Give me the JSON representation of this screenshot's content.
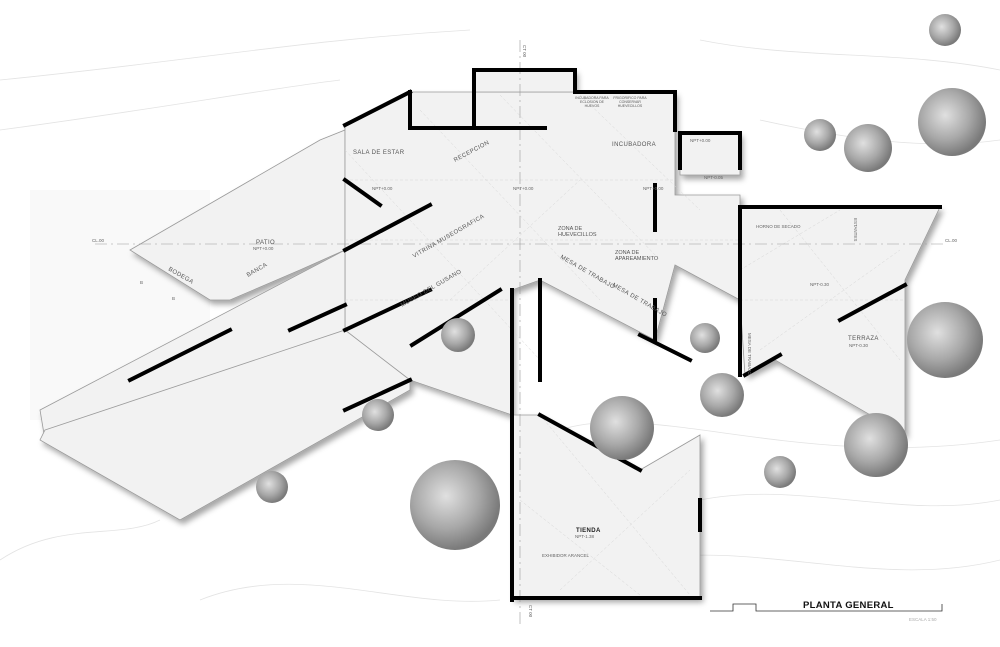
{
  "drawing": {
    "title": "PLANTA GENERAL",
    "scale": "ESCALA 1:50",
    "axis_labels": {
      "cl_left": "CL.00",
      "cl_right": "CL.00",
      "ct_top": "CT 00",
      "ct_bottom": "CT 00"
    },
    "section_marks": [
      "B",
      "B"
    ]
  },
  "rooms": {
    "sala_estar": "SALA DE ESTAR",
    "recepcion": "RECEPCION",
    "npt_sala": "NPT+0.00",
    "npt_center": "NPT+0.00",
    "npt_incub": "NPT+0.00",
    "incubadora": "INCUBADORA",
    "incubadora_eclosion": "INCUBADORA PARA ECLOSION DE HUEVOS",
    "frigorifico": "FRIGORIFICO PARA CONSERVAR HUEVECILLOS",
    "small_room_npt": "NPT+0.00",
    "passage_npt": "NPT-0.05",
    "zona_huevecillos": "ZONA DE HUEVECILLOS",
    "zona_apareamiento": "ZONA DE APAREAMIENTO",
    "mesa_trabajo_1": "MESA DE TRABAJO",
    "mesa_trabajo_2": "MESA DE TRABAJO",
    "vitrina": "VITRINA MUSEOGRAFICA",
    "museo": "MUSEO DEL GUSANO",
    "patio": "PATIO",
    "patio_npt": "NPT+0.00",
    "bodega": "BODEGA",
    "banca": "BANCA",
    "horno": "HORNO DE SECADO",
    "estantes": "ESTANTES",
    "npt_east": "NPT-0.30",
    "mesa_trabajo_3": "MESA DE TRABAJO",
    "terraza": "TERRAZA",
    "terraza_npt": "NPT-0.30",
    "tienda": "TIENDA",
    "tienda_npt": "NPT-1.38",
    "exhibidor": "EXHIBIDOR ARANCEL"
  },
  "colors": {
    "wall": "#000000",
    "floor": "#f2f2f2",
    "tree": "#9a9a9a",
    "background": "#ffffff"
  }
}
